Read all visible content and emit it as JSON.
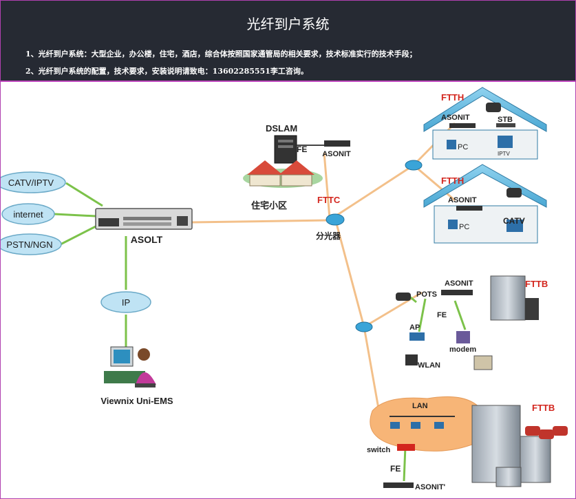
{
  "header": {
    "title": "光纤到户系统",
    "notes": [
      "1、光纤到户系统：大型企业，办公楼，住宅，酒店，综合体按照国家通管局的相关要求，技术标准实行的技术手段；",
      "2、光纤到户系统的配置，技术要求，安装说明请致电：13602285551李工咨询。"
    ]
  },
  "diagram": {
    "services": [
      "CATV/IPTV",
      "internet",
      "PSTN/NGN"
    ],
    "olt_label": "ASOLT",
    "ip_label": "IP",
    "ems_label": "Viewnix Uni-EMS",
    "dslam_label": "DSLAM",
    "fe_label": "FE",
    "asonit_label": "ASONIT",
    "residence_label": "住宅小区",
    "fttc_label": "FTTC",
    "splitter_label": "分光器",
    "ftth_label": "FTTH",
    "stb_label": "STB",
    "pc_label": "PC",
    "iptv_label": "IPTV",
    "catv_label": "CATV",
    "fttb_label": "FTTB",
    "pots_label": "POTS",
    "ap_label": "AP",
    "wlan_label": "WLAN",
    "modem_label": "modem",
    "lan_label": "LAN",
    "switch_label": "switch",
    "asonit2_label": "ASONIT'"
  },
  "colors": {
    "fiber": "#f3c08a",
    "copper": "#7cc24a",
    "header_bg": "#262a33",
    "roof": "#6fc1e4",
    "cloud_blue": "#bfe3f4",
    "cloud_orange": "#f7b577",
    "red_label": "#d3261e"
  }
}
